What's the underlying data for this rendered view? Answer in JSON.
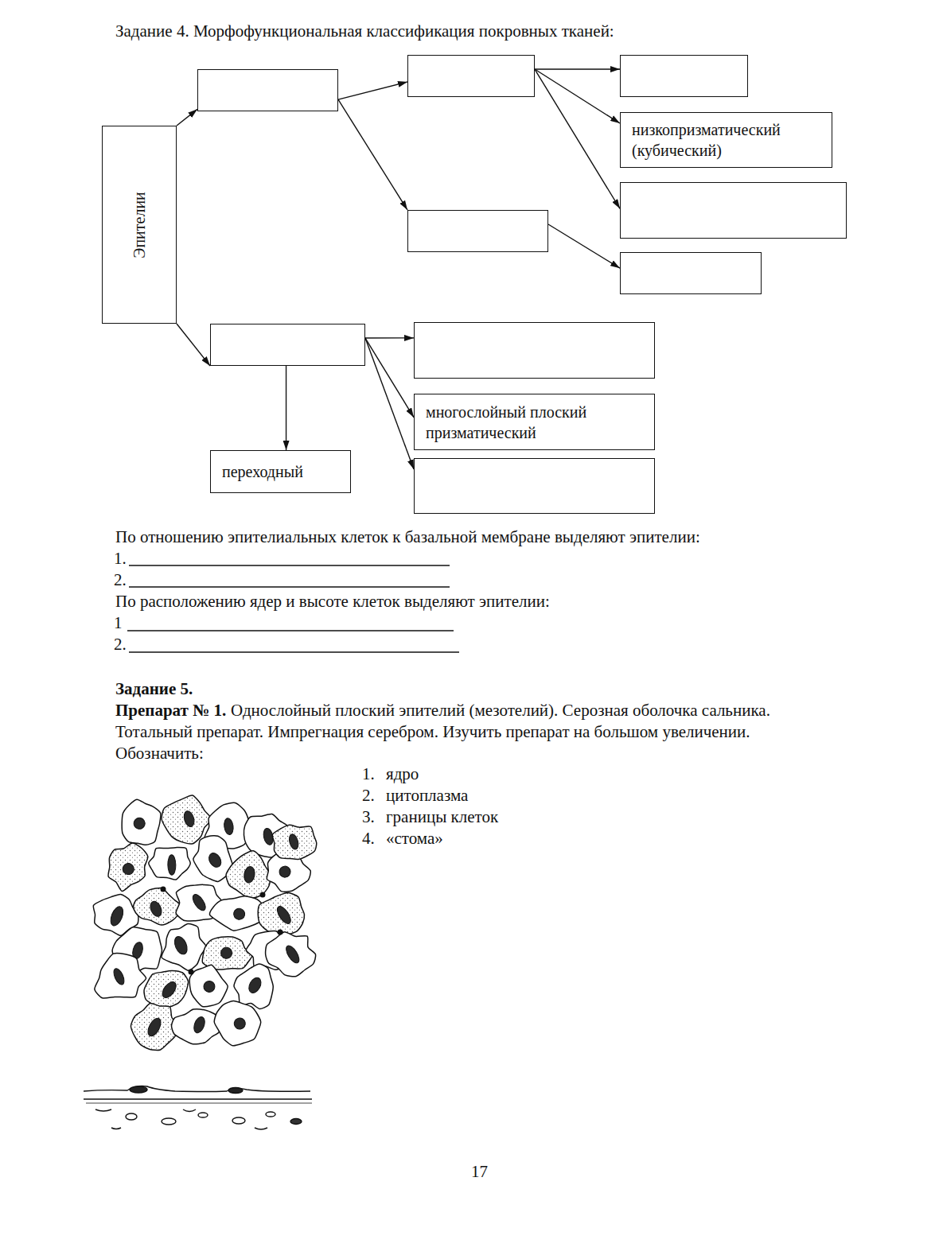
{
  "diagram": {
    "title": "Задание 4. Морфофункциональная классификация покровных тканей:",
    "nodes": [
      {
        "text": [
          "Эпителии"
        ]
      },
      {
        "text": []
      },
      {
        "text": []
      },
      {
        "text": []
      },
      {
        "text": [
          "низкопризматический (кубический)"
        ]
      },
      {
        "text": []
      },
      {
        "text": []
      },
      {
        "text": []
      },
      {
        "text": []
      },
      {
        "text": []
      },
      {
        "text": [
          "многослойный плоский призматический"
        ]
      },
      {
        "text": []
      },
      {
        "text": [
          "переходный"
        ]
      }
    ],
    "edges": [
      {
        "from": 0,
        "to": 1,
        "arrow": "to"
      },
      {
        "from": 0,
        "to": 8,
        "arrow": "to"
      },
      {
        "from": 1,
        "to": 2,
        "arrow": "to"
      },
      {
        "from": 1,
        "to": 6,
        "arrow": "to"
      },
      {
        "from": 2,
        "to": 3,
        "arrow": "to"
      },
      {
        "from": 2,
        "to": 4,
        "arrow": "to"
      },
      {
        "from": 2,
        "to": 5,
        "arrow": "to"
      },
      {
        "from": 6,
        "to": 7,
        "arrow": "to"
      },
      {
        "from": 8,
        "to": 9,
        "arrow": "to"
      },
      {
        "from": 8,
        "to": 10,
        "arrow": "to"
      },
      {
        "from": 8,
        "to": 11,
        "arrow": "to"
      },
      {
        "from": 8,
        "to": 12,
        "arrow": "to"
      }
    ],
    "labels": [
      "По отношению эпителиальных клеток к базальной мембране выделяют эпителии:",
      "1.",
      "2.",
      "По расположению ядер и высоте клеток выделяют эпителии:",
      "1",
      "2.",
      "Задание 5.",
      "Препарат № 1.",
      "Однослойный плоский эпителий (мезотелий). Серозная оболочка сальника. Тотальный препарат. Импрегнация серебром. Изучить препарат на большом увеличении. Обозначить:",
      "1.",
      "ядро",
      "2.",
      "цитоплазма",
      "3.",
      "границы клеток",
      "4.",
      "«стома»",
      "17"
    ]
  }
}
